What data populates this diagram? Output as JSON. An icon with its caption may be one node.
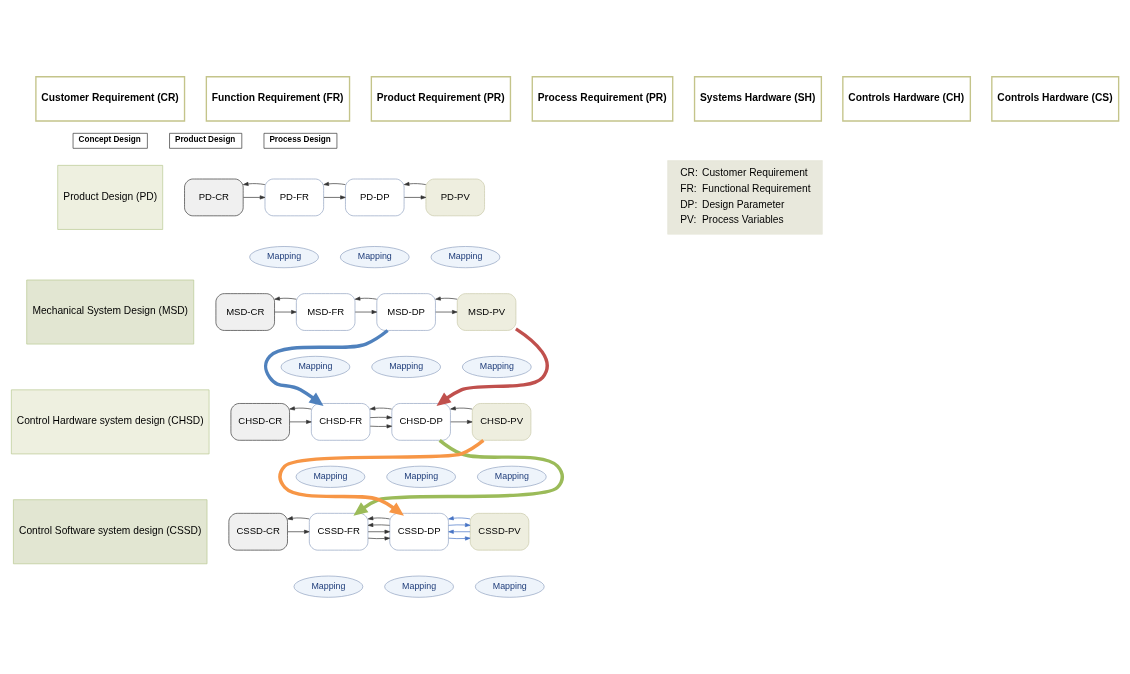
{
  "diagram": {
    "nodes": [
      {
        "text": [
          "Customer Requirement (CR)"
        ]
      },
      {
        "text": [
          "Function Requirement (FR)"
        ]
      },
      {
        "text": [
          "Product Requirement (PR)"
        ]
      },
      {
        "text": [
          "Process Requirement (PR)"
        ]
      },
      {
        "text": [
          "Systems Hardware (SH)"
        ]
      },
      {
        "text": [
          "Controls Hardware (CH)"
        ]
      },
      {
        "text": [
          "Controls Hardware (CS)"
        ]
      },
      {
        "text": [
          "Concept Design"
        ]
      },
      {
        "text": [
          "Product Design"
        ]
      },
      {
        "text": [
          "Process Design"
        ]
      },
      {
        "text": [
          "Product Design (PD)"
        ]
      },
      {
        "text": [
          "Mechanical System Design (MSD)"
        ]
      },
      {
        "text": [
          "Control Hardware system design (CHSD)"
        ]
      },
      {
        "text": [
          "Control Software system design (CSSD)"
        ]
      },
      {
        "text": [
          "PD-CR"
        ]
      },
      {
        "text": [
          "PD-FR"
        ]
      },
      {
        "text": [
          "PD-DP"
        ]
      },
      {
        "text": [
          "PD-PV"
        ]
      },
      {
        "text": [
          "Mapping"
        ]
      },
      {
        "text": [
          "Mapping"
        ]
      },
      {
        "text": [
          "Mapping"
        ]
      },
      {
        "text": [
          "MSD-CR"
        ]
      },
      {
        "text": [
          "MSD-FR"
        ]
      },
      {
        "text": [
          "MSD-DP"
        ]
      },
      {
        "text": [
          "MSD-PV"
        ]
      },
      {
        "text": [
          "Mapping"
        ]
      },
      {
        "text": [
          "Mapping"
        ]
      },
      {
        "text": [
          "Mapping"
        ]
      },
      {
        "text": [
          "CHSD-CR"
        ]
      },
      {
        "text": [
          "CHSD-FR"
        ]
      },
      {
        "text": [
          "CHSD-DP"
        ]
      },
      {
        "text": [
          "CHSD-PV"
        ]
      },
      {
        "text": [
          "Mapping"
        ]
      },
      {
        "text": [
          "Mapping"
        ]
      },
      {
        "text": [
          "Mapping"
        ]
      },
      {
        "text": [
          "CSSD-CR"
        ]
      },
      {
        "text": [
          "CSSD-FR"
        ]
      },
      {
        "text": [
          "CSSD-DP"
        ]
      },
      {
        "text": [
          "CSSD-PV"
        ]
      },
      {
        "text": [
          "Mapping"
        ]
      },
      {
        "text": [
          "Mapping"
        ]
      },
      {
        "text": [
          "Mapping"
        ]
      },
      {
        "text": [
          "CR:",
          "Customer Requirement",
          "FR:",
          "Functional Requirement",
          "DP:",
          "Design Parameter",
          "PV:",
          "Process Variables"
        ]
      }
    ],
    "edges": [
      {
        "from": 14,
        "to": 15,
        "arrow": "to"
      },
      {
        "from": 15,
        "to": 14,
        "arrow": "to"
      },
      {
        "from": 15,
        "to": 16,
        "arrow": "to"
      },
      {
        "from": 16,
        "to": 15,
        "arrow": "to"
      },
      {
        "from": 16,
        "to": 17,
        "arrow": "to"
      },
      {
        "from": 17,
        "to": 16,
        "arrow": "to"
      },
      {
        "from": 21,
        "to": 22,
        "arrow": "to"
      },
      {
        "from": 22,
        "to": 21,
        "arrow": "to"
      },
      {
        "from": 22,
        "to": 23,
        "arrow": "to"
      },
      {
        "from": 23,
        "to": 22,
        "arrow": "to"
      },
      {
        "from": 23,
        "to": 24,
        "arrow": "to"
      },
      {
        "from": 24,
        "to": 23,
        "arrow": "to"
      },
      {
        "from": 28,
        "to": 29,
        "arrow": "to"
      },
      {
        "from": 29,
        "to": 28,
        "arrow": "to"
      },
      {
        "from": 29,
        "to": 30,
        "arrow": "to"
      },
      {
        "from": 29,
        "to": 30,
        "arrow": "to"
      },
      {
        "from": 30,
        "to": 29,
        "arrow": "to"
      },
      {
        "from": 30,
        "to": 31,
        "arrow": "to"
      },
      {
        "from": 31,
        "to": 30,
        "arrow": "to"
      },
      {
        "from": 35,
        "to": 36,
        "arrow": "to"
      },
      {
        "from": 36,
        "to": 35,
        "arrow": "to"
      },
      {
        "from": 36,
        "to": 37,
        "arrow": "to"
      },
      {
        "from": 36,
        "to": 37,
        "arrow": "to"
      },
      {
        "from": 37,
        "to": 36,
        "arrow": "to"
      },
      {
        "from": 37,
        "to": 36,
        "arrow": "to"
      },
      {
        "from": 37,
        "to": 38,
        "arrow": "to",
        "color": "#4472c4"
      },
      {
        "from": 38,
        "to": 37,
        "arrow": "to",
        "color": "#4472c4"
      },
      {
        "from": 37,
        "to": 38,
        "arrow": "to",
        "color": "#4472c4"
      },
      {
        "from": 38,
        "to": 37,
        "arrow": "to",
        "color": "#4472c4"
      },
      {
        "from": 23,
        "to": 29,
        "arrow": "to",
        "style": "thick",
        "color": "#4f81bd"
      },
      {
        "from": 24,
        "to": 30,
        "arrow": "to",
        "style": "thick",
        "color": "#c0504d"
      },
      {
        "from": 30,
        "to": 36,
        "arrow": "to",
        "style": "thick",
        "color": "#9bbb59"
      },
      {
        "from": 31,
        "to": 37,
        "arrow": "to",
        "style": "thick",
        "color": "#f79646"
      }
    ]
  }
}
